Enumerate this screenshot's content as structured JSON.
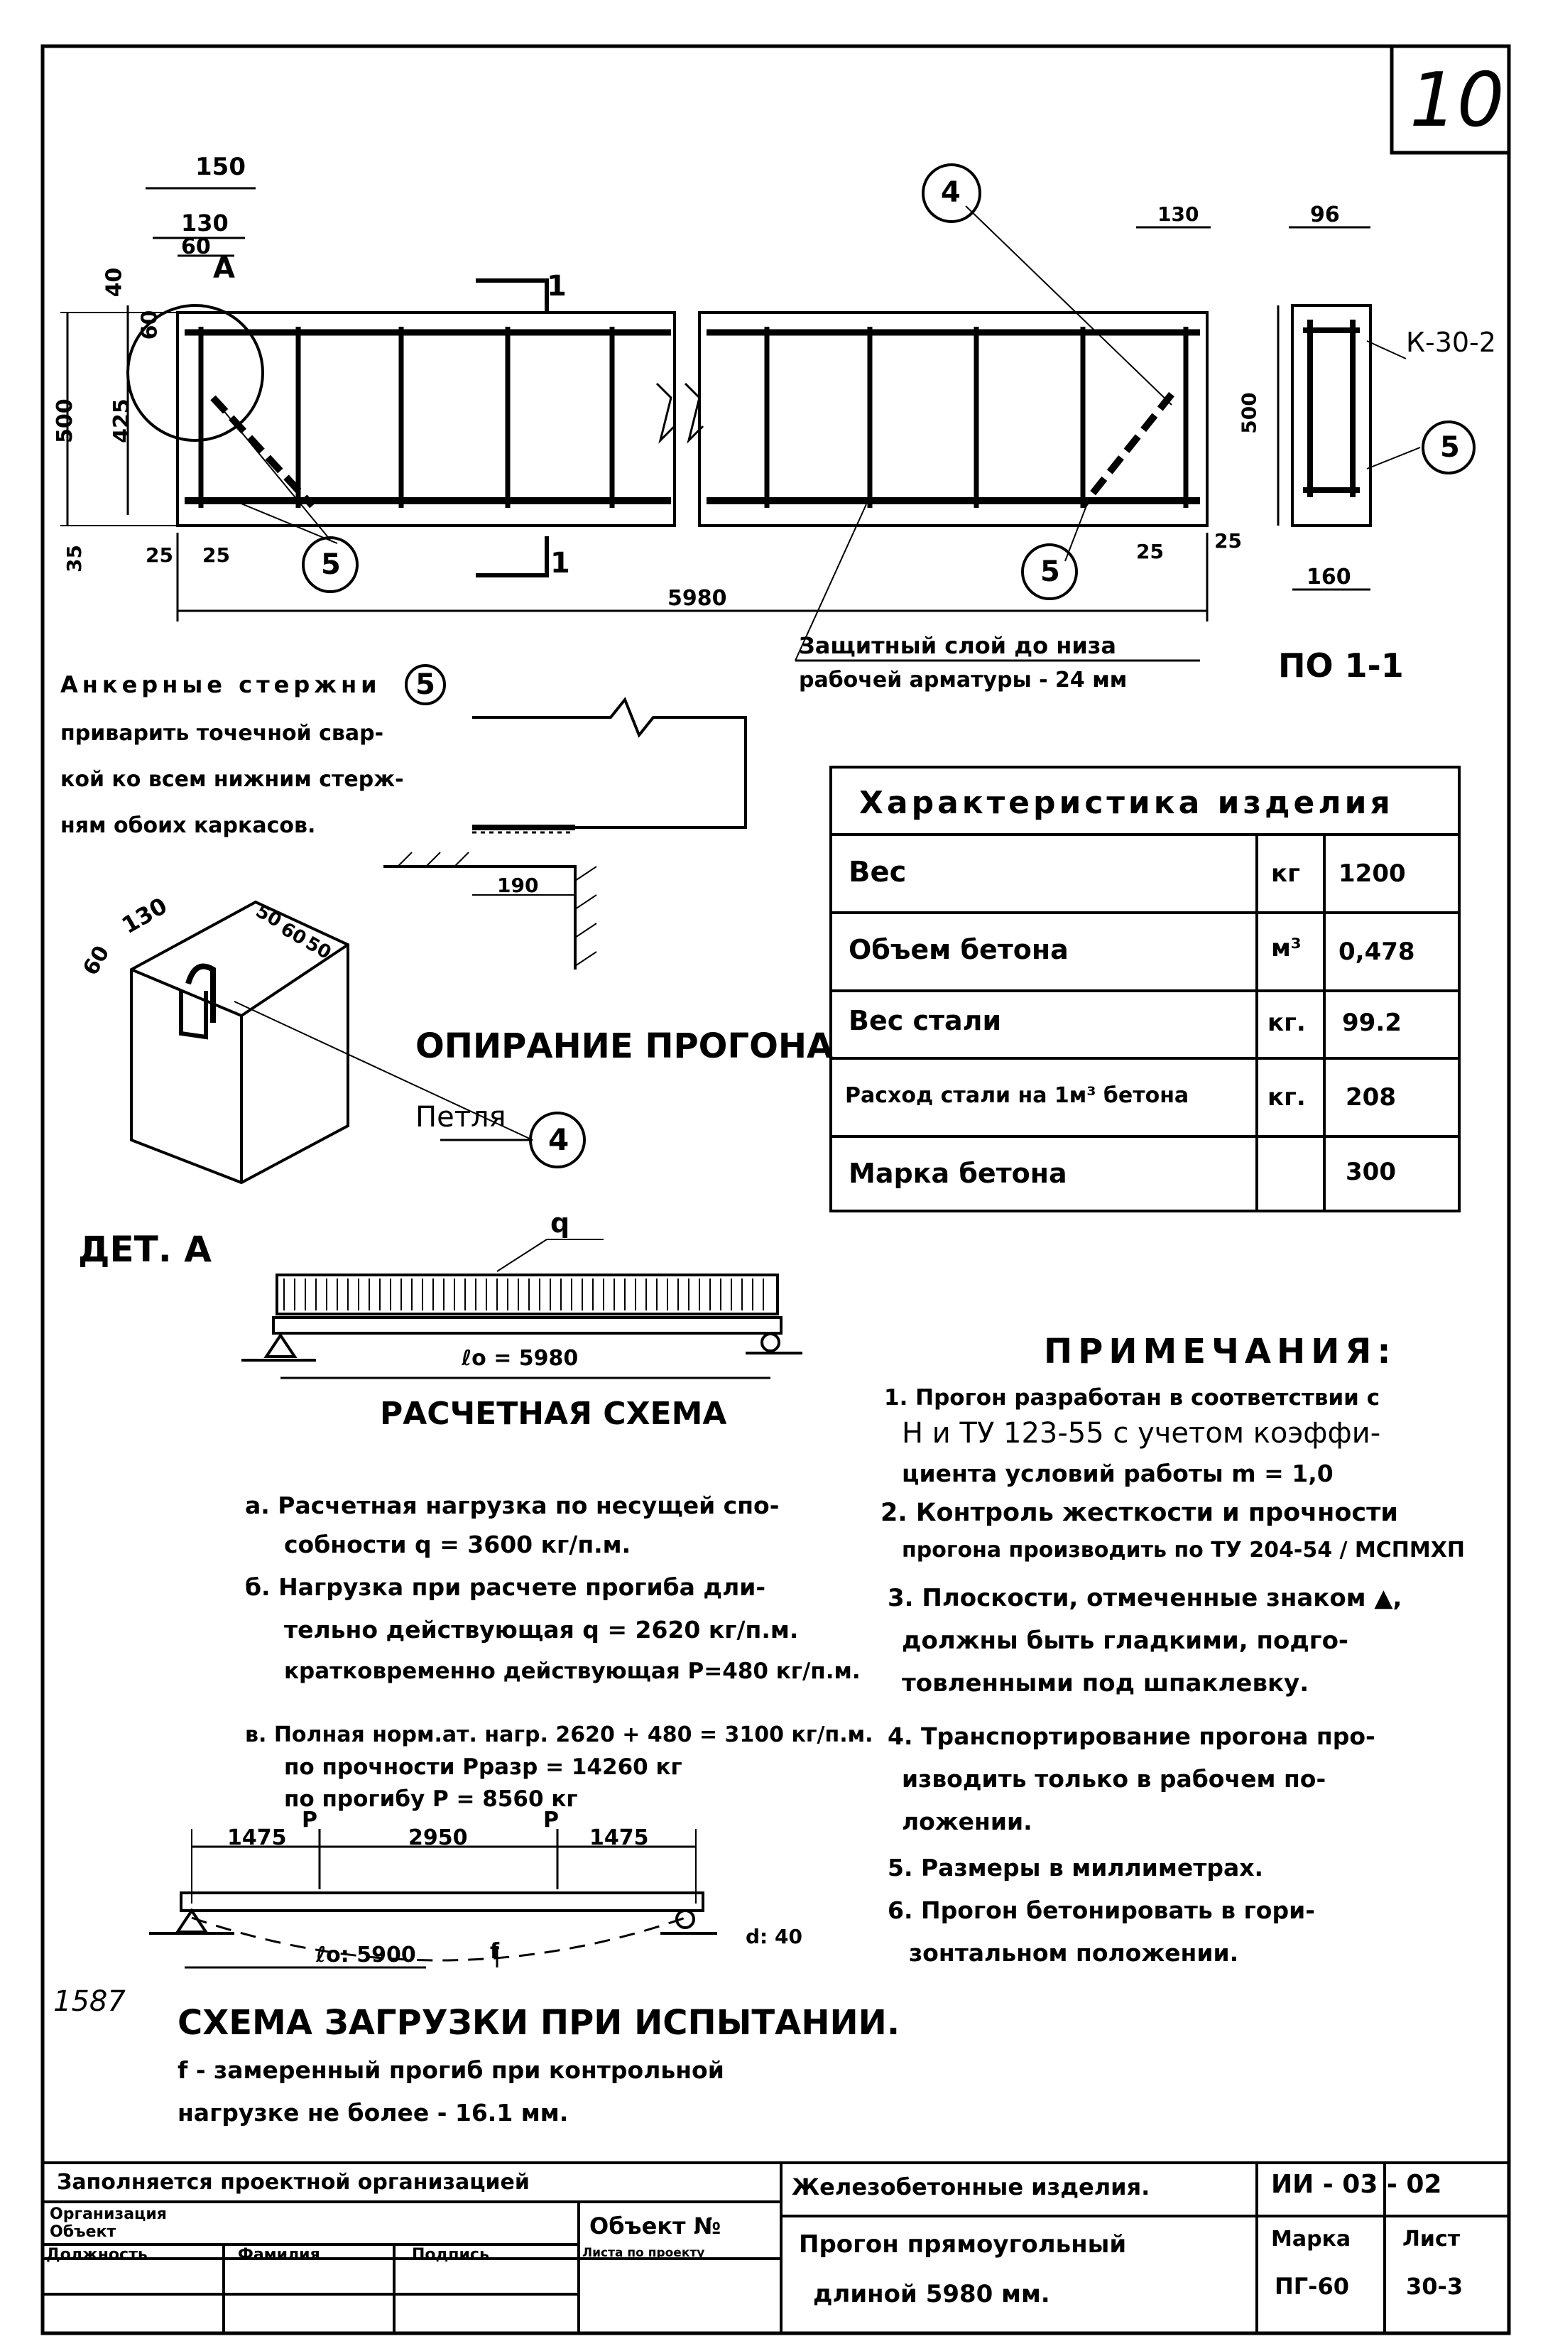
{
  "sheet": {
    "number": "10"
  },
  "beam": {
    "dims": {
      "d150": "150",
      "d130": "130",
      "d60": "60",
      "d40": "40",
      "d60v": "60",
      "d425": "425",
      "d500": "500",
      "d35": "35",
      "d25a": "25",
      "d25b": "25",
      "detail_a": "A",
      "sec_left": "1",
      "sec_right": "1",
      "d130r": "130",
      "d25c": "25",
      "d25d": "25",
      "d5980": "5980"
    },
    "callout_loop": "4",
    "callout_anchor_left": "5",
    "callout_anchor_right": "5",
    "cover_note_1": "Защитный слой до низа",
    "cover_note_2": "рабочей арматуры - 24 мм"
  },
  "section": {
    "d96": "96",
    "d500": "500",
    "d160": "160",
    "frame": "К-30-2",
    "callout": "5",
    "title": "ПО 1-1"
  },
  "anchor_note": [
    "Анкерные стержни",
    "приварить точечной свар-",
    "кой ко всем нижним стерж-",
    "ням обоих каркасов."
  ],
  "anchor_note_callout": "5",
  "support": {
    "d190": "190",
    "title": "ОПИРАНИЕ ПРОГОНА",
    "loop_label": "Петля",
    "loop_callout": "4"
  },
  "detail": {
    "d60": "60",
    "d130": "130",
    "d50a": "50",
    "d60b": "60",
    "d50b": "50",
    "title": "ДЕТ. А"
  },
  "characteristics": {
    "title": "Характеристика изделия",
    "rows": [
      {
        "name": "Вес",
        "unit": "кг",
        "value": "1200"
      },
      {
        "name": "Объем бетона",
        "unit": "м³",
        "value": "0,478"
      },
      {
        "name": "Вес стали",
        "unit": "кг.",
        "value": "99.2"
      },
      {
        "name": "Расход стали на 1м³ бетона",
        "unit": "кг.",
        "value": "208"
      },
      {
        "name": "Марка бетона",
        "unit": "",
        "value": "300"
      }
    ]
  },
  "calc_scheme": {
    "load": "q",
    "span": "ℓo = 5980",
    "title": "РАСЧЕТНАЯ СХЕМА"
  },
  "loads": [
    "а. Расчетная нагрузка по несущей спо-",
    "собности  q = 3600 кг/п.м.",
    "б. Нагрузка при расчете прогиба  дли-",
    "тельно действующая  q = 2620 кг/п.м.",
    "кратковременно действующая P=480 кг/п.м.",
    "в. Полная норм.ат. нагр. 2620 + 480 = 3100 кг/п.м.",
    "по прочности  Pразр = 14260 кг",
    "по прогибу      P = 8560 кг"
  ],
  "notes": {
    "title": "ПРИМЕЧАНИЯ:",
    "lines": [
      "1. Прогон разработан в соответствии с",
      "Н и ТУ 123-55 с учетом коэффи-",
      "циента условий работы m = 1,0",
      "2. Контроль жесткости и прочности",
      "прогона производить по ТУ 204-54 / МСПМХП",
      "3. Плоскости, отмеченные знаком ▲,",
      "должны быть гладкими, подго-",
      "товленными под шпаклевку.",
      "4. Транспортирование прогона про-",
      "изводить только в рабочем по-",
      "ложении.",
      "5. Размеры в миллиметрах.",
      "6. Прогон бетонировать в гори-",
      "зонтальном положении."
    ]
  },
  "test_scheme": {
    "d1475a": "1475",
    "d2950": "2950",
    "d1475b": "1475",
    "p1": "P",
    "p2": "P",
    "span": "ℓo: 5900",
    "f": "f",
    "deflect": "d: 40",
    "side_number": "1587",
    "title": "СХЕМА ЗАГРУЗКИ ПРИ ИСПЫТАНИИ.",
    "note_1": "f - замеренный прогиб при контрольной",
    "note_2": "нагрузке не более - 16.1 мм."
  },
  "title_block": {
    "filled_by": "Заполняется проектной организацией",
    "org": "Организация",
    "object": "Объект",
    "position": "Должность",
    "surname": "Фамилия",
    "signature": "Подпись",
    "object_no": "Объект №",
    "sheet_in_project": "Листа по проекту",
    "series_name": "Железобетонные изделия.",
    "series_code": "ИИ - 03 - 02",
    "product_1": "Прогон прямоугольный",
    "product_2": "длиной  5980 мм.",
    "mark_label": "Марка",
    "sheet_label": "Лист",
    "mark": "ПГ-60",
    "sheet": "30-3"
  }
}
